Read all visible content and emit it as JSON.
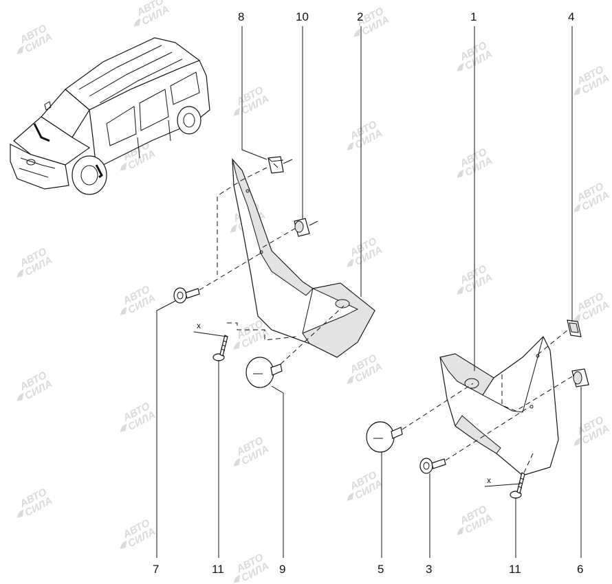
{
  "callouts": {
    "c1": "1",
    "c2": "2",
    "c3": "3",
    "c4": "4",
    "c5": "5",
    "c6": "6",
    "c7": "7",
    "c8": "8",
    "c9": "9",
    "c10": "10",
    "c11a": "11",
    "c11b": "11"
  },
  "axis_marks": {
    "left": "x",
    "right": "x"
  },
  "watermark": {
    "line1": "АВТО",
    "line2": "СИЛА"
  }
}
